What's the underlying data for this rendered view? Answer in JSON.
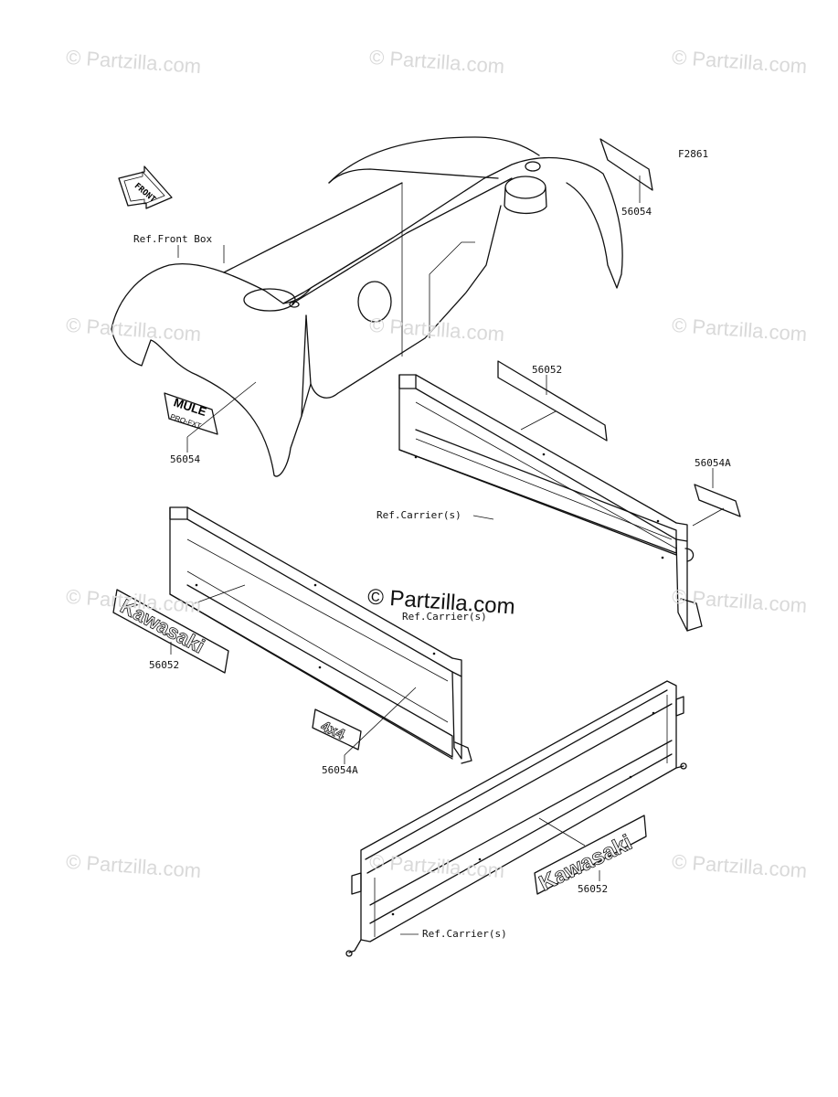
{
  "diagram_id": "F2861",
  "front_arrow_label": "FRONT",
  "watermark": "© Partzilla.com",
  "labels": {
    "ref_front_box": "Ref.Front Box",
    "part_56054_top": "56054",
    "part_56054_left": "56054",
    "part_56052_top": "56052",
    "part_56054A_right": "56054A",
    "ref_carrier_1": "Ref.Carrier(s)",
    "ref_carrier_2": "Ref.Carrier(s)",
    "part_56052_left": "56052",
    "part_56054A_bottom": "56054A",
    "part_56052_bottom": "56052",
    "ref_carrier_3": "Ref.Carrier(s)"
  },
  "decals": {
    "mule_line1": "MULE",
    "mule_line2": "PRO-FXT",
    "kawasaki": "Kawasaki",
    "four_by_four": "4x4"
  }
}
